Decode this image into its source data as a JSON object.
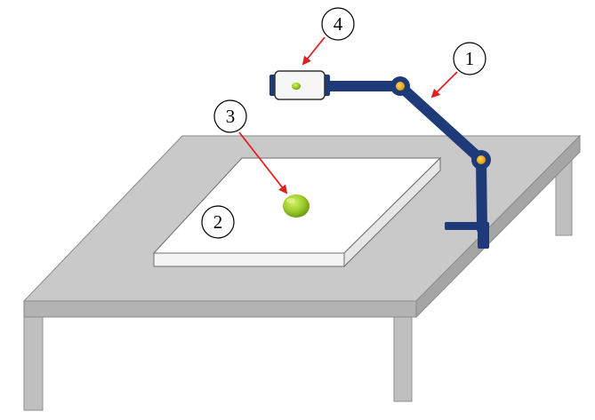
{
  "callouts": {
    "one": "1",
    "two": "2",
    "three": "3",
    "four": "4"
  },
  "colors": {
    "table_top": "#c9c9c9",
    "table_edge": "#a9a9a9",
    "table_leg": "#bfbfbf",
    "board": "#ffffff",
    "arm": "#1f3a78",
    "joint": "#f2b318",
    "fruit": "#9ccc2a",
    "arrow": "#e02020"
  },
  "icons": {
    "fruit": "green-fruit-icon",
    "camera": "camera-icon"
  }
}
